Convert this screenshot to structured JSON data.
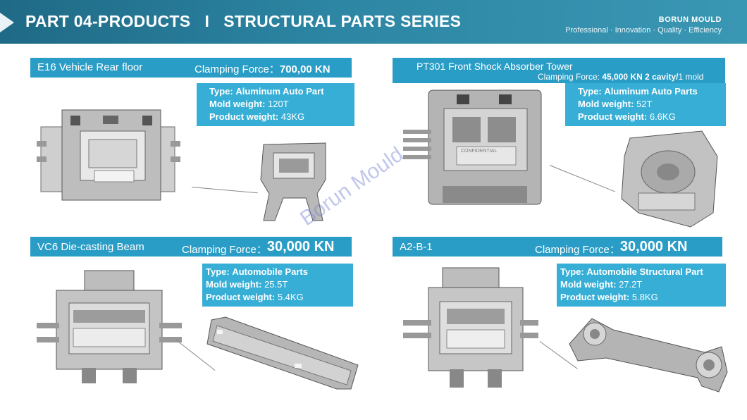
{
  "header": {
    "title": "PART 04-PRODUCTS   I   STRUCTURAL PARTS SERIES",
    "brand_name": "BORUN MOULD",
    "brand_tagline": "Professional · Innovation · Quality · Efficiency"
  },
  "watermark": "Borun Mould",
  "products": [
    {
      "name": "E16 Vehicle Rear floor",
      "clamp_label": "Clamping Force：",
      "clamp_value": "700,00 KN",
      "type_label": "Type:",
      "type_value": "Aluminum Auto Part",
      "mold_label": "Mold weight:",
      "mold_value": "120T",
      "product_label": "Product weight:",
      "product_value": "43KG"
    },
    {
      "name": "PT301 Front Shock Absorber Tower",
      "clamp_label": "Clamping Force:",
      "clamp_value": "45,000 KN 2 cavity/",
      "clamp_suffix": "1 mold",
      "type_label": "Type:",
      "type_value": "Aluminum Auto Parts",
      "mold_label": "Mold weight:",
      "mold_value": "52T",
      "product_label": "Product weight:",
      "product_value": "6.6KG",
      "mold_stamp": "CONFIDENTIAL"
    },
    {
      "name": "VC6 Die-casting Beam",
      "clamp_label": "Clamping Force：",
      "clamp_value": "30,000 KN",
      "type_label": "Type:",
      "type_value": "Automobile Parts",
      "mold_label": "Mold weight:",
      "mold_value": "25.5T",
      "product_label": "Product weight:",
      "product_value": "5.4KG"
    },
    {
      "name": "A2-B-1",
      "clamp_label": "Clamping Force：",
      "clamp_value": "30,000 KN",
      "type_label": "Type:",
      "type_value": "Automobile Structural Part",
      "mold_label": "Mold weight:",
      "mold_value": "27.2T",
      "product_label": "Product weight:",
      "product_value": "5.8KG"
    }
  ]
}
